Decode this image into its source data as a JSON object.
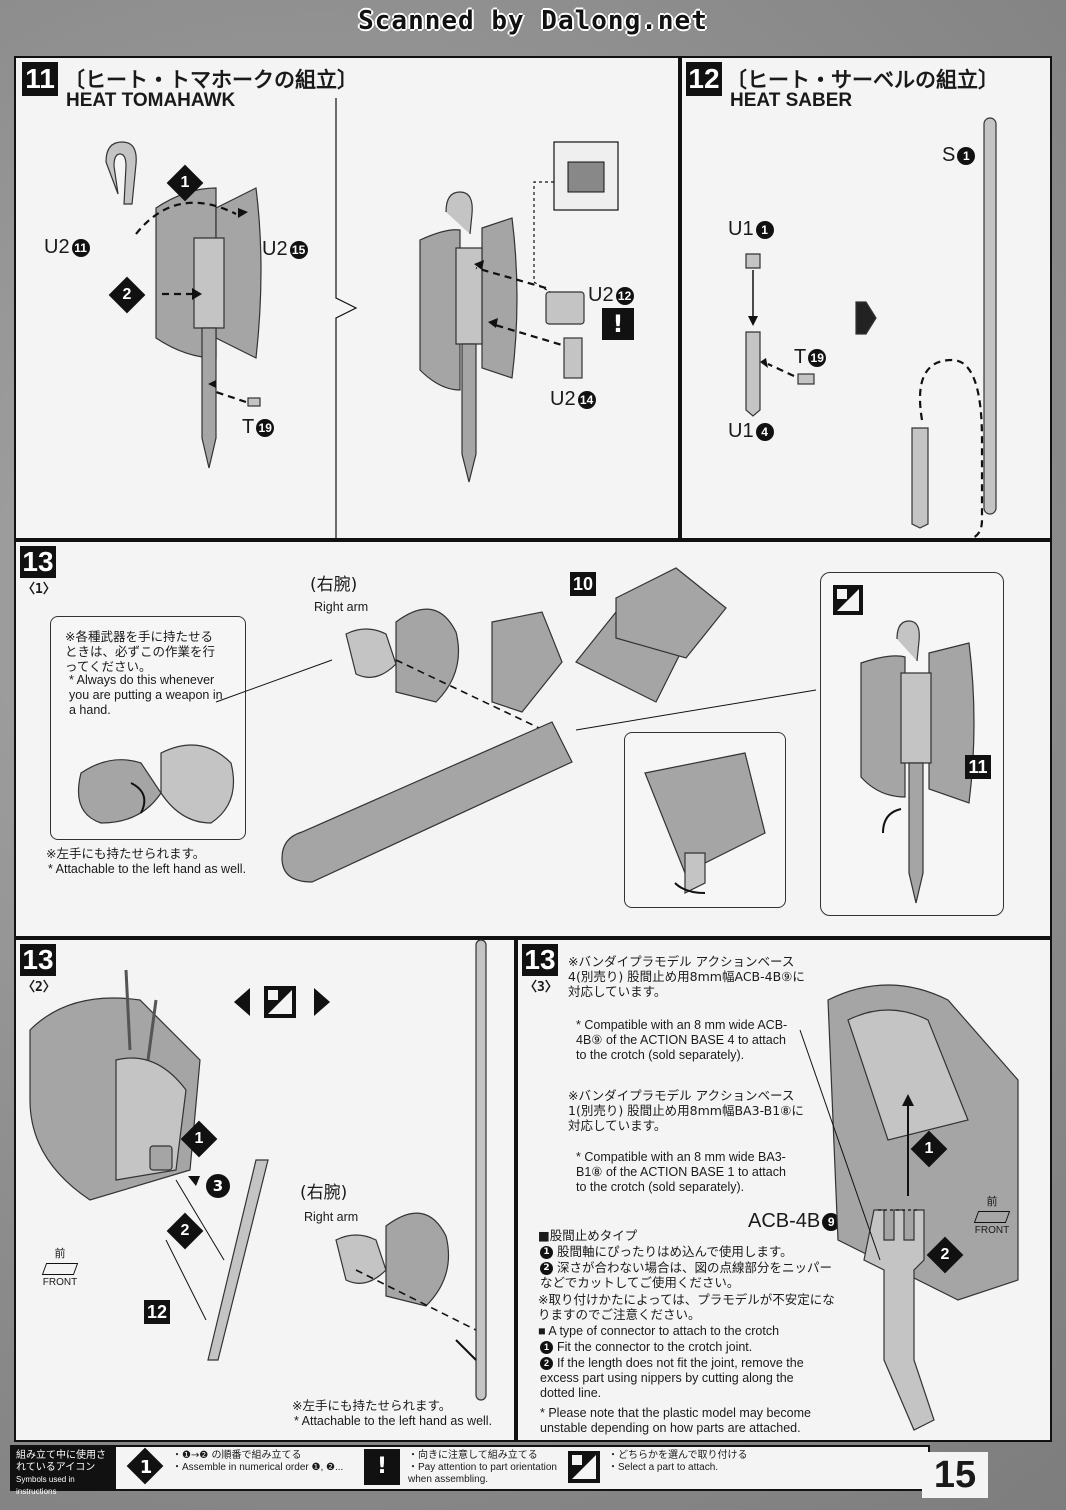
{
  "header": {
    "scan_credit": "Scanned by Dalong.net"
  },
  "step11": {
    "number": "11",
    "title_jp": "〔ヒート・トマホークの組立〕",
    "title_en": "HEAT TOMAHAWK",
    "labels": {
      "u2_11": "U2",
      "u2_15": "U2",
      "t19": "T",
      "u2_12": "U2",
      "u2_14": "U2"
    },
    "circle_nums": {
      "n11": "11",
      "n15": "15",
      "n19": "19",
      "n12": "12",
      "n14": "14"
    },
    "steps": {
      "first": "1",
      "second": "2"
    },
    "attention": "!"
  },
  "step12": {
    "number": "12",
    "title_jp": "〔ヒート・サーベルの組立〕",
    "title_en": "HEAT SABER",
    "labels": {
      "s1": "S",
      "u1_1": "U1",
      "t19": "T",
      "u1_4": "U1"
    },
    "circle_nums": {
      "n1a": "1",
      "n1b": "1",
      "n19": "19",
      "n4": "4"
    }
  },
  "step13_1": {
    "number": "13",
    "sub": "〈1〉",
    "right_arm_jp": "(右腕)",
    "right_arm_en": "Right arm",
    "part_ref_10": "10",
    "part_ref_11": "11",
    "note_jp": "※各種武器を手に持たせるときは、必ずこの作業を行ってください。",
    "note_en": "* Always do this whenever you are putting a weapon in a hand.",
    "left_hand_jp": "※左手にも持たせられます。",
    "left_hand_en": "* Attachable to the left hand as well."
  },
  "step13_2": {
    "number": "13",
    "sub": "〈2〉",
    "right_arm_jp": "(右腕)",
    "right_arm_en": "Right arm",
    "part_ref_12": "12",
    "front_jp": "前",
    "front_en": "FRONT",
    "steps": {
      "one": "1",
      "two": "2",
      "three": "3"
    },
    "left_hand_jp": "※左手にも持たせられます。",
    "left_hand_en": "* Attachable to the left hand as well."
  },
  "step13_3": {
    "number": "13",
    "sub": "〈3〉",
    "base4_jp": "※バンダイプラモデル アクションベース4(別売り) 股間止め用8mm幅ACB-4B⑨に対応しています。",
    "base4_en": "* Compatible with an 8 mm wide ACB-4B⑨ of the ACTION BASE 4 to attach to the crotch (sold separately).",
    "base1_jp": "※バンダイプラモデル アクションベース1(別売り) 股間止め用8mm幅BA3-B1⑧に対応しています。",
    "base1_en": "* Compatible with an 8 mm wide BA3-B1⑧ of the ACTION BASE 1 to attach to the crotch (sold separately).",
    "acb_label": "ACB-4B",
    "acb_num": "9",
    "type_jp": "■股間止めタイプ",
    "step1_jp": "股間軸にぴったりはめ込んで使用します。",
    "step2_jp": "深さが合わない場合は、図の点線部分をニッパーなどでカットしてご使用ください。",
    "caution_jp": "※取り付けかたによっては、プラモデルが不安定になりますのでご注意ください。",
    "type_en": "■ A type of connector to attach to the crotch",
    "step1_en": "Fit the connector to the crotch joint.",
    "step2_en": "If the length does not fit the joint, remove the excess part using nippers by cutting along the dotted line.",
    "caution_en": "* Please note that the plastic model may become unstable depending on how parts are attached.",
    "front_jp": "前",
    "front_en": "FRONT",
    "steps": {
      "one": "1",
      "two": "2"
    }
  },
  "legend": {
    "head_jp": "組み立て中に使用されているアイコン",
    "head_en": "Symbols used in instructions",
    "order_icon": "1",
    "order_jp": "・❶→❷ の順番で組み立てる",
    "order_en": "・Assemble in numerical order ❶, ❷...",
    "attention_icon": "!",
    "attention_jp": "・向きに注意して組み立てる",
    "attention_en": "・Pay attention to part orientation when assembling.",
    "choose_jp": "・どちらかを選んで取り付ける",
    "choose_en": "・Select a part to attach."
  },
  "page_number": "15"
}
